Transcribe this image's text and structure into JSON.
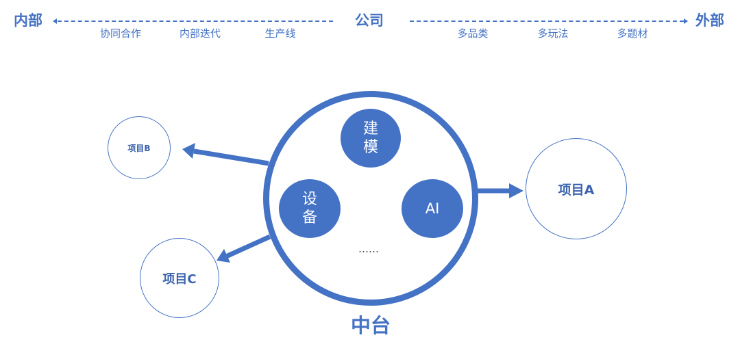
{
  "axis": {
    "left_label": "内部",
    "center_label": "公司",
    "right_label": "外部",
    "left_items": [
      "协同合作",
      "内部迭代",
      "生产线"
    ],
    "right_items": [
      "多品类",
      "多玩法",
      "多题材"
    ]
  },
  "hub": {
    "label": "中台",
    "modules": [
      {
        "lines": [
          "建",
          "模"
        ]
      },
      {
        "lines": [
          "设",
          "备"
        ]
      },
      {
        "lines": [
          "AI"
        ]
      }
    ],
    "more": "……"
  },
  "projects": {
    "a": "项目A",
    "b": "项目B",
    "c": "项目C"
  },
  "colors": {
    "accent": "#4472c4"
  }
}
